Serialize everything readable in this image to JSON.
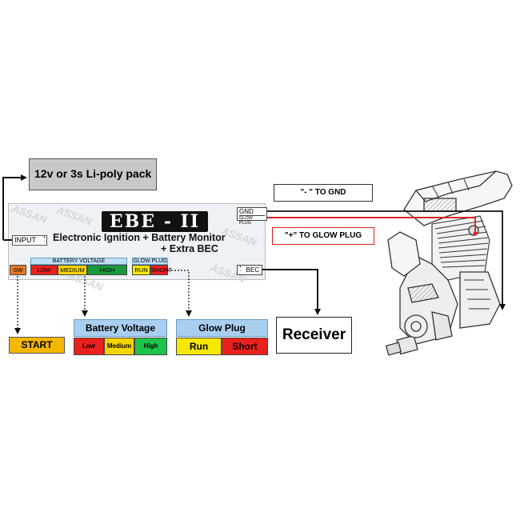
{
  "power": {
    "label": "12v or 3s Li-poly pack"
  },
  "board": {
    "logo": "EBE - II",
    "subtitle_line1": "Electronic Ignition + Battery Monitor",
    "subtitle_line2": "+ Extra BEC",
    "watermark": "ASSAN",
    "input_label": "INPUT",
    "input_plus": "+",
    "input_minus": "-",
    "battery_header": "BATTERY VOLTAGE",
    "glow_header": "GLOW PLUG",
    "sw_label": "SW",
    "low_label": "LOW",
    "medium_label": "MEDIUM",
    "high_label": "HIGH",
    "run_label": "RUN",
    "short_label": "SHORT",
    "gnd_label": "GND",
    "glow_plug_label": "GLOW PLUG",
    "bec_label": "BEC",
    "bec_plus": "+",
    "bec_minus": "-"
  },
  "notes": {
    "gnd": "\"- \" TO GND",
    "glow": "\"+\"   TO GLOW PLUG"
  },
  "legend": {
    "start": "START",
    "battery_title": "Battery Voltage",
    "battery_low": "Low",
    "battery_medium": "Medium",
    "battery_high": "High",
    "glow_title": "Glow Plug",
    "glow_run": "Run",
    "glow_short": "Short",
    "receiver": "Receiver"
  },
  "colors": {
    "sw": "#e87722",
    "low": "#e8211e",
    "medium": "#f5d400",
    "high": "#1a9a3c",
    "run": "#f5e800",
    "short": "#e8211e",
    "glow_wire": "#d81e1e"
  }
}
